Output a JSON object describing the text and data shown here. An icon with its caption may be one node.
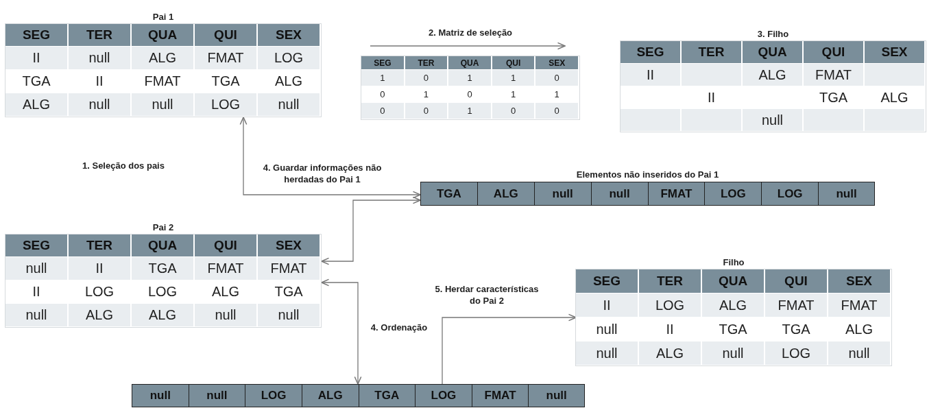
{
  "diagram": {
    "nodes": [
      {
        "text": [
          "Pai 1",
          "SEG",
          "TER",
          "QUA",
          "QUI",
          "SEX",
          "II",
          "null",
          "ALG",
          "FMAT",
          "LOG",
          "TGA",
          "II",
          "FMAT",
          "TGA",
          "ALG",
          "ALG",
          "null",
          "null",
          "LOG",
          "null"
        ]
      },
      {
        "text": [
          "2. Matriz de seleção",
          "SEG",
          "TER",
          "QUA",
          "QUI",
          "SEX",
          "1",
          "0",
          "1",
          "1",
          "0",
          "0",
          "1",
          "0",
          "1",
          "1",
          "0",
          "0",
          "1",
          "0",
          "0"
        ]
      },
      {
        "text": [
          "3. Filho",
          "SEG",
          "TER",
          "QUA",
          "QUI",
          "SEX",
          "II",
          "ALG",
          "FMAT",
          "II",
          "TGA",
          "ALG",
          "null"
        ]
      },
      {
        "text": [
          "Elementos não inseridos do Pai 1",
          "TGA",
          "ALG",
          "null",
          "null",
          "FMAT",
          "LOG",
          "LOG",
          "null"
        ]
      },
      {
        "text": [
          "Pai 2",
          "SEG",
          "TER",
          "QUA",
          "QUI",
          "SEX",
          "null",
          "II",
          "TGA",
          "FMAT",
          "FMAT",
          "II",
          "LOG",
          "LOG",
          "ALG",
          "TGA",
          "null",
          "ALG",
          "ALG",
          "null",
          "null"
        ]
      },
      {
        "text": [
          "Filho",
          "SEG",
          "TER",
          "QUA",
          "QUI",
          "SEX",
          "II",
          "LOG",
          "ALG",
          "FMAT",
          "FMAT",
          "null",
          "II",
          "TGA",
          "TGA",
          "ALG",
          "null",
          "ALG",
          "null",
          "LOG",
          "null"
        ]
      },
      {
        "text": [
          "null",
          "null",
          "LOG",
          "ALG",
          "TGA",
          "LOG",
          "FMAT",
          "null"
        ]
      }
    ],
    "edges": [
      {
        "from": 3,
        "to": 0,
        "arrow": "both",
        "label": "4. Guardar informações não herdadas do Pai 1"
      },
      {
        "from": 4,
        "to": 3,
        "arrow": "both"
      },
      {
        "from": 4,
        "to": 6,
        "arrow": "both",
        "label": "4. Ordenação"
      },
      {
        "from": 6,
        "to": 5,
        "arrow": "to",
        "label": "5. Herdar características do Pai 2"
      }
    ],
    "labels": [
      "1. Seleção dos pais"
    ]
  }
}
